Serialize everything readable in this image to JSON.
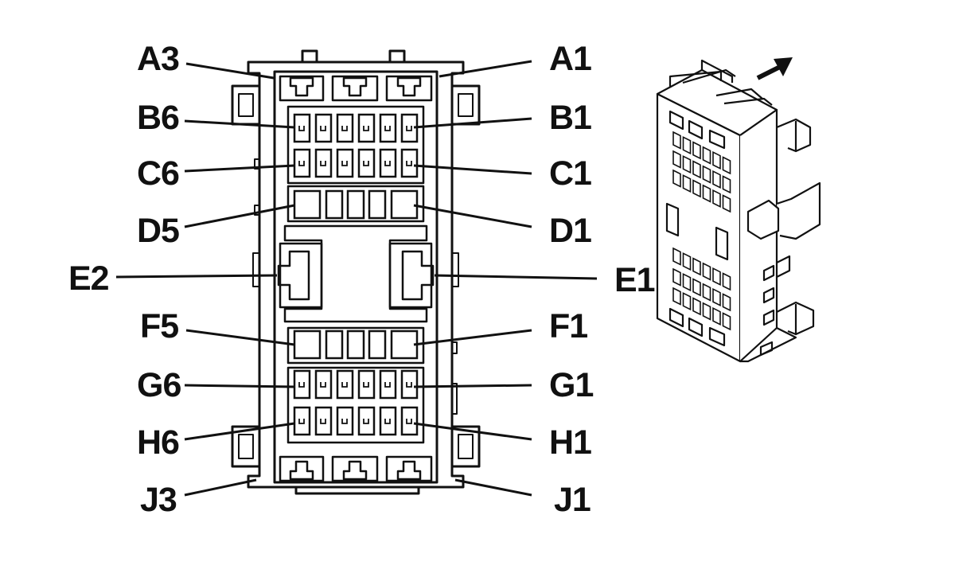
{
  "labels": {
    "A3": "A3",
    "A1": "A1",
    "B6": "B6",
    "B1": "B1",
    "C6": "C6",
    "C1": "C1",
    "D5": "D5",
    "D1": "D1",
    "E2": "E2",
    "E1": "E1",
    "F5": "F5",
    "F1": "F1",
    "G6": "G6",
    "G1": "G1",
    "H6": "H6",
    "H1": "H1",
    "J3": "J3",
    "J1": "J1"
  },
  "colors": {
    "line": "#111111",
    "background": "#ffffff"
  }
}
